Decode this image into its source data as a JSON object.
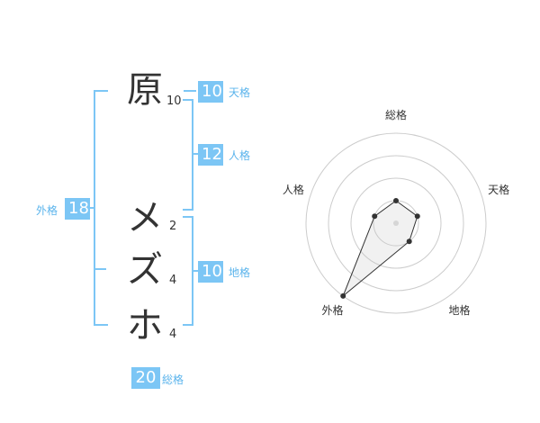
{
  "name_chars": [
    {
      "char": "原",
      "strokes": "10"
    },
    {
      "char": "メ",
      "strokes": "2"
    },
    {
      "char": "ズ",
      "strokes": "4"
    },
    {
      "char": "ホ",
      "strokes": "4"
    }
  ],
  "fortunes": {
    "tenkaku": {
      "value": "10",
      "label": "天格"
    },
    "jinkaku": {
      "value": "12",
      "label": "人格"
    },
    "chikaku": {
      "value": "10",
      "label": "地格"
    },
    "gaikaku": {
      "value": "18",
      "label": "外格"
    },
    "soukaku": {
      "value": "20",
      "label": "総格"
    }
  },
  "chart_data": {
    "type": "radar",
    "axes": [
      "総格",
      "天格",
      "地格",
      "外格",
      "人格"
    ],
    "values": [
      1,
      1,
      1,
      4,
      1
    ],
    "rmax": 4,
    "rings": 4
  }
}
